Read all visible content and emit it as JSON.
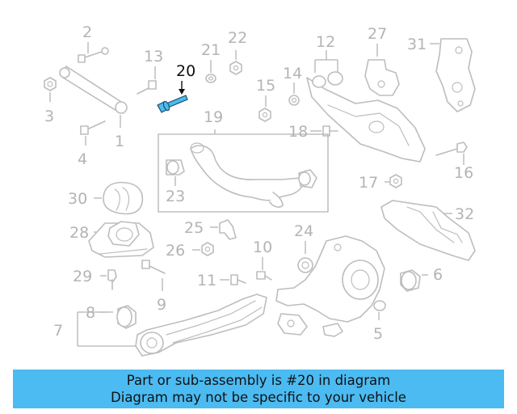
{
  "diagram": {
    "highlighted_part": "20",
    "highlight_color": "#4bbbf2",
    "labels": {
      "l1": "1",
      "l2": "2",
      "l3": "3",
      "l4": "4",
      "l5": "5",
      "l6": "6",
      "l7": "7",
      "l8": "8",
      "l9": "9",
      "l10": "10",
      "l11": "11",
      "l12": "12",
      "l13": "13",
      "l14": "14",
      "l15": "15",
      "l16": "16",
      "l17": "17",
      "l18": "18",
      "l19": "19",
      "l20": "20",
      "l21": "21",
      "l22": "22",
      "l23": "23",
      "l24": "24",
      "l25": "25",
      "l26": "26",
      "l27": "27",
      "l28": "28",
      "l29": "29",
      "l30": "30",
      "l31": "31",
      "l32": "32"
    }
  },
  "caption": {
    "line1": "Part or sub-assembly is #20 in diagram",
    "line2": "Diagram may not be specific to your vehicle",
    "background": "#4bbbf2"
  }
}
